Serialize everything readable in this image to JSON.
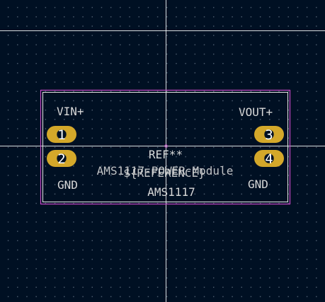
{
  "footprint": {
    "reference": "REF**",
    "reference_field": "${REFERENCE}",
    "description": "AMS1117-POWER-Module",
    "value": "AMS1117",
    "labels": {
      "vin": "VIN+",
      "vout": "VOUT+",
      "gnd_left": "GND",
      "gnd_right": "GND"
    },
    "pads": [
      {
        "number": "1",
        "shape": "oval"
      },
      {
        "number": "2",
        "shape": "oval"
      },
      {
        "number": "3",
        "shape": "oval"
      },
      {
        "number": "4",
        "shape": "oval"
      }
    ]
  },
  "colors": {
    "background": "#001023",
    "grid": "#4a5a6c",
    "pad": "#d4a82a",
    "pad_hole": "#001023",
    "silkscreen": "#d8d8d8",
    "courtyard": "#c848c8",
    "fab_outline": "#e8e8e8",
    "crosshair": "#ffffff"
  }
}
